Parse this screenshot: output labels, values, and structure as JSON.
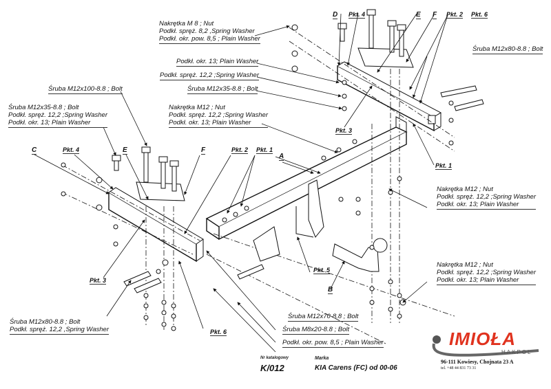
{
  "diagram": {
    "type": "exploded-assembly-drawing",
    "subject": "Tow bar (hitch) assembly"
  },
  "part_letters": {
    "A": "A",
    "B": "B",
    "C": "C",
    "D": "D",
    "E_top": "E",
    "F_top": "F",
    "E_left": "E",
    "F_left": "F"
  },
  "points": {
    "pkt1_top": "Pkt. 1",
    "pkt2_top": "Pkt. 2",
    "pkt3_top": "Pkt. 3",
    "pkt4_top": "Pkt. 4",
    "pkt6_top": "Pkt. 6",
    "pkt1_left": "Pkt. 1",
    "pkt2_left": "Pkt. 2",
    "pkt3_left": "Pkt. 3",
    "pkt4_left": "Pkt. 4",
    "pkt5": "Pkt. 5",
    "pkt6_bottom": "Pkt. 6"
  },
  "callouts": {
    "nut_m8": [
      "Nakrętka  M 8 ; Nut",
      "Podkł. spręż. 8,2 ,Spring Washer",
      "Podkł. okr. pow. 8,5 ; Plain Washer"
    ],
    "plain_washer_13": [
      "Podkł. okr. 13; Plain Washer"
    ],
    "spring_washer_12": [
      "Podkł. spręż. 12,2 ;Spring Washer"
    ],
    "bolt_m12x35_top": [
      "Śruba M12x35-8.8 ;  Bolt"
    ],
    "nut_m12_center": [
      "Nakrętka  M12 ; Nut",
      "Podkł. spręż. 12,2 ;Spring Washer",
      "Podkł. okr. 13; Plain Washer"
    ],
    "bolt_m12x100": [
      "Śruba M12x100-8.8 ;  Bolt"
    ],
    "bolt_m12x35_left": [
      "Śruba M12x35-8.8 ;  Bolt",
      "Podkł. spręż. 12,2 ;Spring Washer",
      "Podkł. okr. 13; Plain Washer"
    ],
    "bolt_m12x80_right": [
      "Śruba M12x80-8.8 ;  Bolt"
    ],
    "nut_m12_right": [
      "Nakrętka  M12 ; Nut",
      "Podkł. spręż. 12,2 ;Spring Washer",
      "Podkł. okr. 13; Plain Washer"
    ],
    "nut_m12_lower_right": [
      "Nakrętka  M12 ; Nut",
      "Podkł. spręż. 12,2 ;Spring Washer",
      "Podkł. okr. 13; Plain Washer"
    ],
    "bolt_m12x80_left": [
      "Śruba M12x80-8.8 ;  Bolt",
      "Podkł. spręż. 12,2 ,Spring Washer"
    ],
    "bolt_m12x70": [
      "Śruba M12x70-8.8 ;  Bolt"
    ],
    "bolt_m8x20": [
      "Śruba M8x20-8.8 ;  Bolt"
    ],
    "plain_washer_85": [
      "Podkł. okr. pow. 8,5 ; Plain Washer"
    ]
  },
  "title_block": {
    "catalog_label": "Nr katalogowy",
    "catalog_number": "K/012",
    "brand_label": "Marka",
    "vehicle": "KIA Carens (FC)    od  00-06"
  },
  "company": {
    "name": "IMIOŁA",
    "sub": "HAKPOL",
    "address": "96-111 Kowiesy,  Chojnata 23 A",
    "phone": "tel. +48 44 831 73 31",
    "brand_color": "#e0321e"
  }
}
